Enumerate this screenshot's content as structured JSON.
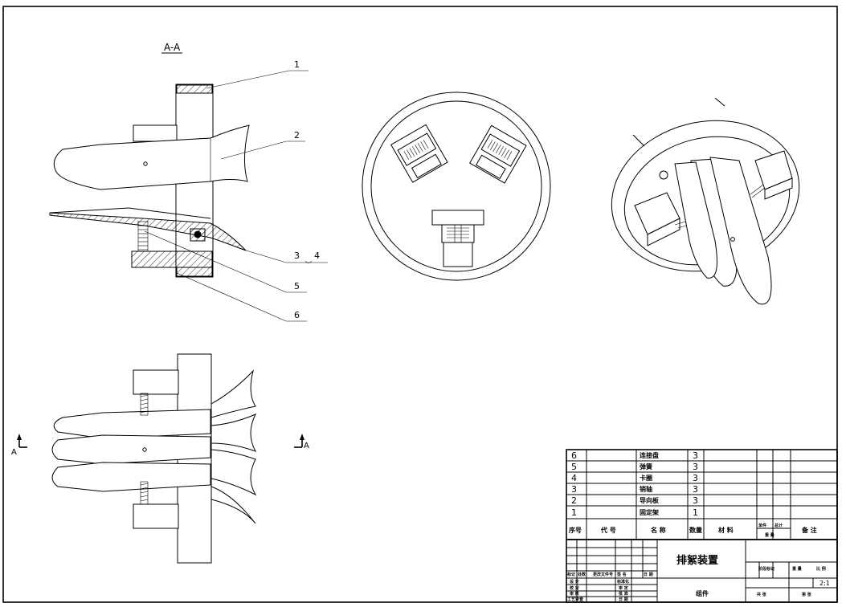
{
  "section_label": "A-A",
  "section_mark": "A",
  "callouts": [
    "1",
    "2",
    "3",
    "4",
    "5",
    "6"
  ],
  "parts_list": [
    {
      "seq": "6",
      "name": "连接盘",
      "qty": "3"
    },
    {
      "seq": "5",
      "name": "弹簧",
      "qty": "3"
    },
    {
      "seq": "4",
      "name": "卡圈",
      "qty": "3"
    },
    {
      "seq": "3",
      "name": "销轴",
      "qty": "3"
    },
    {
      "seq": "2",
      "name": "导向板",
      "qty": "3"
    },
    {
      "seq": "1",
      "name": "固定架",
      "qty": "1"
    }
  ],
  "parts_header": {
    "seq": "序号",
    "code": "代 号",
    "name": "名 称",
    "qty": "数量",
    "material": "材 料",
    "unit_weight": "单件",
    "total_weight": "总计",
    "weight": "重 量",
    "remark": "备 注"
  },
  "title_block": {
    "drawing_title": "排絮装置",
    "assembly": "组件",
    "scale": "2:1",
    "stage_mark": "阶段标记",
    "weight_label": "重 量",
    "scale_label": "比 例",
    "sheets_total": "共 张",
    "sheet_no": "第 张",
    "rev_row": [
      "标记",
      "处数",
      "更改文件号",
      "签 名",
      "日 期"
    ],
    "sign_rows": [
      {
        "left": "设 计",
        "right": "标准化"
      },
      {
        "left": "校 对",
        "right": "审 定"
      },
      {
        "left": "审 核",
        "right": "批 准"
      },
      {
        "left": "工艺审查",
        "right": "日 期"
      }
    ]
  }
}
